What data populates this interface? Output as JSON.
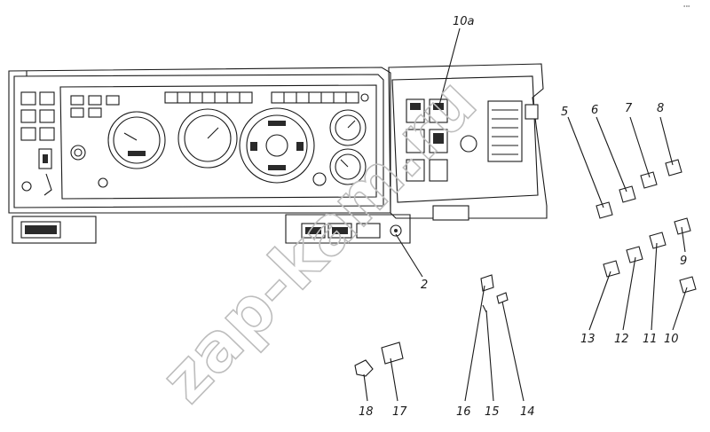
{
  "watermark": "zap-kam.ru",
  "corner_mark": "°°°",
  "callouts": [
    {
      "id": "c10a",
      "label": "10a"
    },
    {
      "id": "c2",
      "label": "2"
    },
    {
      "id": "c5",
      "label": "5"
    },
    {
      "id": "c6",
      "label": "6"
    },
    {
      "id": "c7",
      "label": "7"
    },
    {
      "id": "c8",
      "label": "8"
    },
    {
      "id": "c9",
      "label": "9"
    },
    {
      "id": "c10",
      "label": "10"
    },
    {
      "id": "c11",
      "label": "11"
    },
    {
      "id": "c12",
      "label": "12"
    },
    {
      "id": "c13",
      "label": "13"
    },
    {
      "id": "c14",
      "label": "14"
    },
    {
      "id": "c15",
      "label": "15"
    },
    {
      "id": "c16",
      "label": "16"
    },
    {
      "id": "c17",
      "label": "17"
    },
    {
      "id": "c18",
      "label": "18"
    }
  ]
}
